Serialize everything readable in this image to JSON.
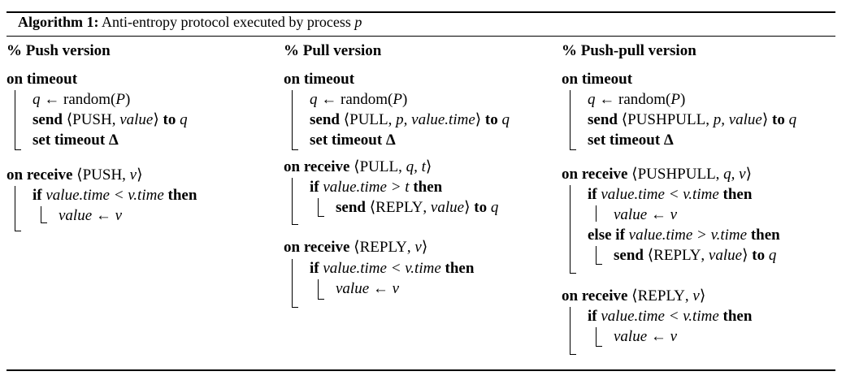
{
  "caption": {
    "label": "Algorithm 1:",
    "text": "Anti-entropy protocol executed by process",
    "var": "p"
  },
  "push": {
    "heading": "% Push version",
    "timeout": {
      "head": "on timeout",
      "l1_var": "q",
      "l1_arrow": "←",
      "l1_fn": "random",
      "l1_arg": "P",
      "l2_kw": "send",
      "l2_msg": "PUSH",
      "l2_arg": "value",
      "l2_to": "to",
      "l2_dest": "q",
      "l3": "set timeout Δ"
    },
    "receive": {
      "head": "on receive",
      "msg": "PUSH",
      "arg": "v",
      "if_kw": "if",
      "cond": "value.time < v.time",
      "then": "then",
      "assign": "value ← v"
    }
  },
  "pull": {
    "heading": "% Pull version",
    "timeout": {
      "head": "on timeout",
      "l1_var": "q",
      "l1_arrow": "←",
      "l1_fn": "random",
      "l1_arg": "P",
      "l2_kw": "send",
      "l2_msg": "PULL",
      "l2_args": "p, value.time",
      "l2_to": "to",
      "l2_dest": "q",
      "l3": "set timeout Δ"
    },
    "receive1": {
      "head": "on receive",
      "msg": "PULL",
      "args": "q, t",
      "if_kw": "if",
      "cond": "value.time > t",
      "then": "then",
      "send_kw": "send",
      "send_msg": "REPLY",
      "send_arg": "value",
      "send_to": "to",
      "send_dest": "q"
    },
    "receive2": {
      "head": "on receive",
      "msg": "REPLY",
      "arg": "v",
      "if_kw": "if",
      "cond": "value.time < v.time",
      "then": "then",
      "assign": "value ← v"
    }
  },
  "pushpull": {
    "heading": "% Push-pull version",
    "timeout": {
      "head": "on timeout",
      "l1_var": "q",
      "l1_arrow": "←",
      "l1_fn": "random",
      "l1_arg": "P",
      "l2_kw": "send",
      "l2_msg": "PUSHPULL",
      "l2_args": "p, value",
      "l2_to": "to",
      "l2_dest": "q",
      "l3": "set timeout Δ"
    },
    "receive1": {
      "head": "on receive",
      "msg": "PUSHPULL",
      "args": "q, v",
      "if_kw": "if",
      "cond": "value.time < v.time",
      "then": "then",
      "assign": "value ← v",
      "elseif_kw": "else if",
      "cond2": "value.time > v.time",
      "then2": "then",
      "send_kw": "send",
      "send_msg": "REPLY",
      "send_arg": "value",
      "send_to": "to",
      "send_dest": "q"
    },
    "receive2": {
      "head": "on receive",
      "msg": "REPLY",
      "arg": "v",
      "if_kw": "if",
      "cond": "value.time < v.time",
      "then": "then",
      "assign": "value ← v"
    }
  }
}
